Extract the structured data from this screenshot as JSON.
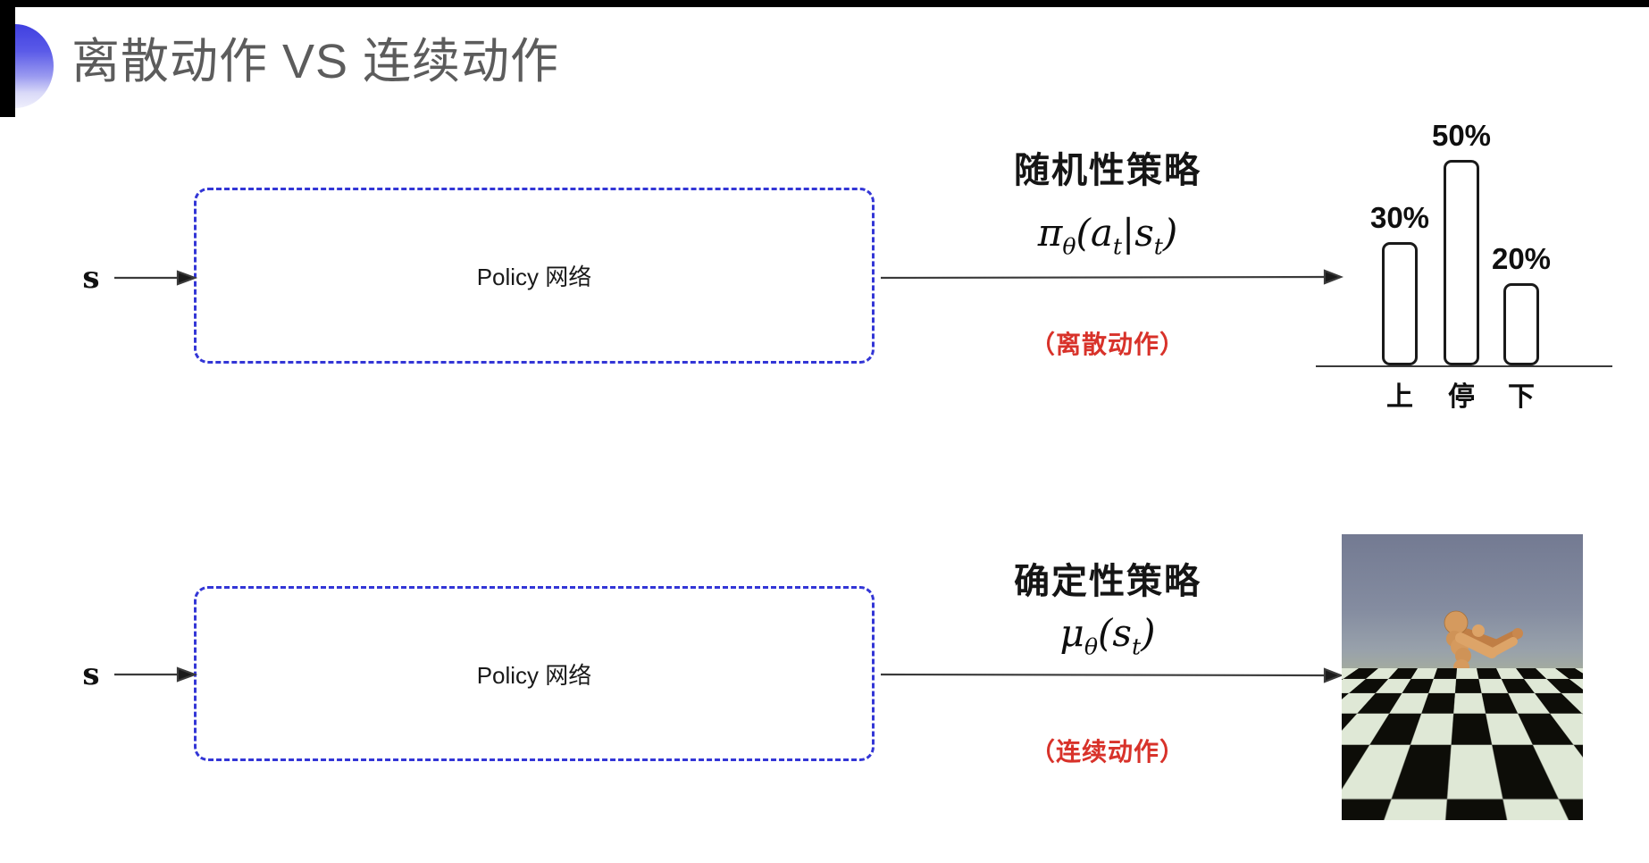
{
  "title": "离散动作 VS 连续动作",
  "rows": [
    {
      "state_label": "s",
      "box_label": "Policy 网络",
      "policy_name": "随机性策略",
      "formula": "π_θ(a_t|s_t)",
      "formula_parts": {
        "f1": "π",
        "s1": "θ",
        "f2": "(a",
        "s2": "t",
        "f3": "|s",
        "s3": "t",
        "f4": ")"
      },
      "action_note": "（离散动作）"
    },
    {
      "state_label": "s",
      "box_label": "Policy 网络",
      "policy_name": "确定性策略",
      "formula": "μ_θ(s_t)",
      "formula_parts": {
        "f1": "μ",
        "s1": "θ",
        "f2": "(s",
        "s2": "t",
        "f3": ")",
        "s3": "",
        "f4": ""
      },
      "action_note": "（连续动作）"
    }
  ],
  "chart_data": {
    "type": "bar",
    "title": "",
    "categories": [
      "上",
      "停",
      "下"
    ],
    "values": [
      30,
      50,
      20
    ],
    "value_labels": [
      "30%",
      "50%",
      "20%"
    ],
    "unit": "%",
    "ylim": [
      0,
      50
    ],
    "grid": false,
    "legend": "none",
    "bar_fill": "#ffffff",
    "bar_stroke": "#1a1a1a"
  },
  "colors": {
    "box_border_blue": "#3336d6",
    "note_red": "#d8322a",
    "title_gray": "#5c5c5c",
    "arrow_gray": "#3a3a3a",
    "orb_blue": "#3f3fe0",
    "robot_skin": "#d59a5e",
    "floor_light": "#dfe8d6",
    "floor_dark": "#0d0d08"
  }
}
